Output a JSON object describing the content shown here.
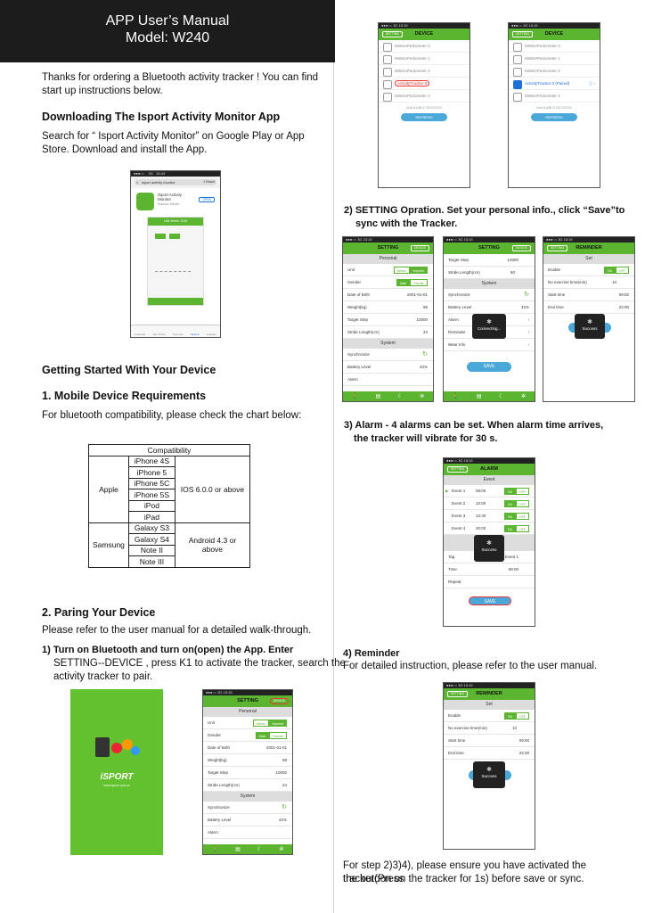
{
  "header": {
    "title": "APP User’s Manual",
    "model": "Model: W240"
  },
  "intro": "Thanks for ordering a Bluetooth activity tracker ! You can find start up instructions below.",
  "download": {
    "heading": "Downloading The Isport Activity Monitor App",
    "text": "Search for “ Isport Activity Monitor” on Google Play or App Store. Download and install the App."
  },
  "store": {
    "search": "isport activity monitor",
    "result": "1 Result",
    "app_name": "iSport Activity Monitor",
    "app_sub": "Huizhou Minnie...",
    "open": "OPEN",
    "week": "18th Week, 2015",
    "tabs": [
      "Featured",
      "Top Charts",
      "Near Me",
      "Search",
      "Updates"
    ]
  },
  "getting_started": "Getting Started With Your Device",
  "req": {
    "heading": "1. Mobile Device Requirements",
    "text": "For bluetooth compatibility, please check the chart below:"
  },
  "compat": {
    "title": "Compatibility",
    "apple": "Apple",
    "apple_devices": [
      "iPhone 4S",
      "iPhone 5",
      "iPhone 5C",
      "iPhone 5S",
      "iPod",
      "iPad"
    ],
    "apple_os": "IOS 6.0.0 or above",
    "samsung": "Samsung",
    "samsung_devices": [
      "Galaxy S3",
      "Galaxy S4",
      "Note II",
      "Note III"
    ],
    "samsung_os": "Android 4.3 or above"
  },
  "pairing": {
    "heading": "2. Paring Your Device",
    "text": "Please refer to the user manual for a detailed walk-through.",
    "step1_a": "1)  Turn on Bluetooth and turn on(open) the App. Enter",
    "step1_b": "SETTING--DEVICE , press K1 to activate the tracker, search the",
    "step1_c": "activity tracker to pair."
  },
  "splash": {
    "brand": "iSPORT",
    "url": "www.isport.com.cn"
  },
  "step2": {
    "a": "2) SETTING Opration. Set your personal info., click “Save”to",
    "b": "sync with the Tracker."
  },
  "step3": {
    "a": "3) Alarm - 4 alarms can be set. When alarm time arrives,",
    "b": "the tracker will vibrate for 30 s."
  },
  "step4": {
    "heading": "4) Reminder",
    "text": "For detailed instruction, please refer to the user manual."
  },
  "footer": {
    "a": "For step 2)3)4), please ensure you have activated the tracker(Press",
    "b": "the butoon on the tracker for 1s) before save or sync."
  },
  "ui": {
    "status": "●●●○○   3G   15:15",
    "device_title": "DEVICE",
    "setting_btn": "SETTING",
    "device_btn": "DEVICE",
    "devices": [
      "MiWonPedometer 0",
      "MiWonPedometer 1",
      "MiWonPedometer 2",
      "ActivityTracker 3",
      "MiWonPedometer 4"
    ],
    "paired": "ActivityTracker 3 (Paired)",
    "available": "AVAILABLE DEVICES",
    "refresh": "REFRESH",
    "setting_title": "SETTING",
    "personal": "Personal",
    "unit": "Unit",
    "metric": "Metric",
    "imperial": "Imperial",
    "gender": "Gender",
    "male": "Male",
    "female": "Female",
    "dob": "Date of Birth",
    "dob_v": "2001-01-01",
    "weight": "Weight(kg)",
    "weight_v": "88",
    "target": "Target Step",
    "target_v": "10000",
    "stride": "Stride Length(cm)",
    "stride_v": "24",
    "stride_v2": "60",
    "system": "System",
    "sync": "Synchronize",
    "battery": "Battery Level",
    "battery_v": "42%",
    "alarm": "Alarm",
    "reminder": "Reminder",
    "wear": "Wear Info",
    "save": "SAVE",
    "connecting": "Connecting...",
    "success": "Success",
    "reminder_title": "REMINDER",
    "set": "Set",
    "enable": "Enable",
    "on": "ON",
    "off": "OFF",
    "no_ex": "No exercise time(min)",
    "no_ex_v": "10",
    "start": "Start time",
    "start_v": "09:00",
    "end": "End time",
    "end_v": "22:00",
    "alarm_title": "ALARM",
    "event": "Event",
    "events": [
      {
        "n": "Event 1",
        "t": "08:00"
      },
      {
        "n": "Event 2",
        "t": "10:00"
      },
      {
        "n": "Event 3",
        "t": "13:30"
      },
      {
        "n": "Event 4",
        "t": "20:00"
      }
    ],
    "tag": "Tag",
    "tag_v": "Event 1",
    "time": "Time",
    "time_v": "08:00",
    "repeat": "Repeat"
  }
}
